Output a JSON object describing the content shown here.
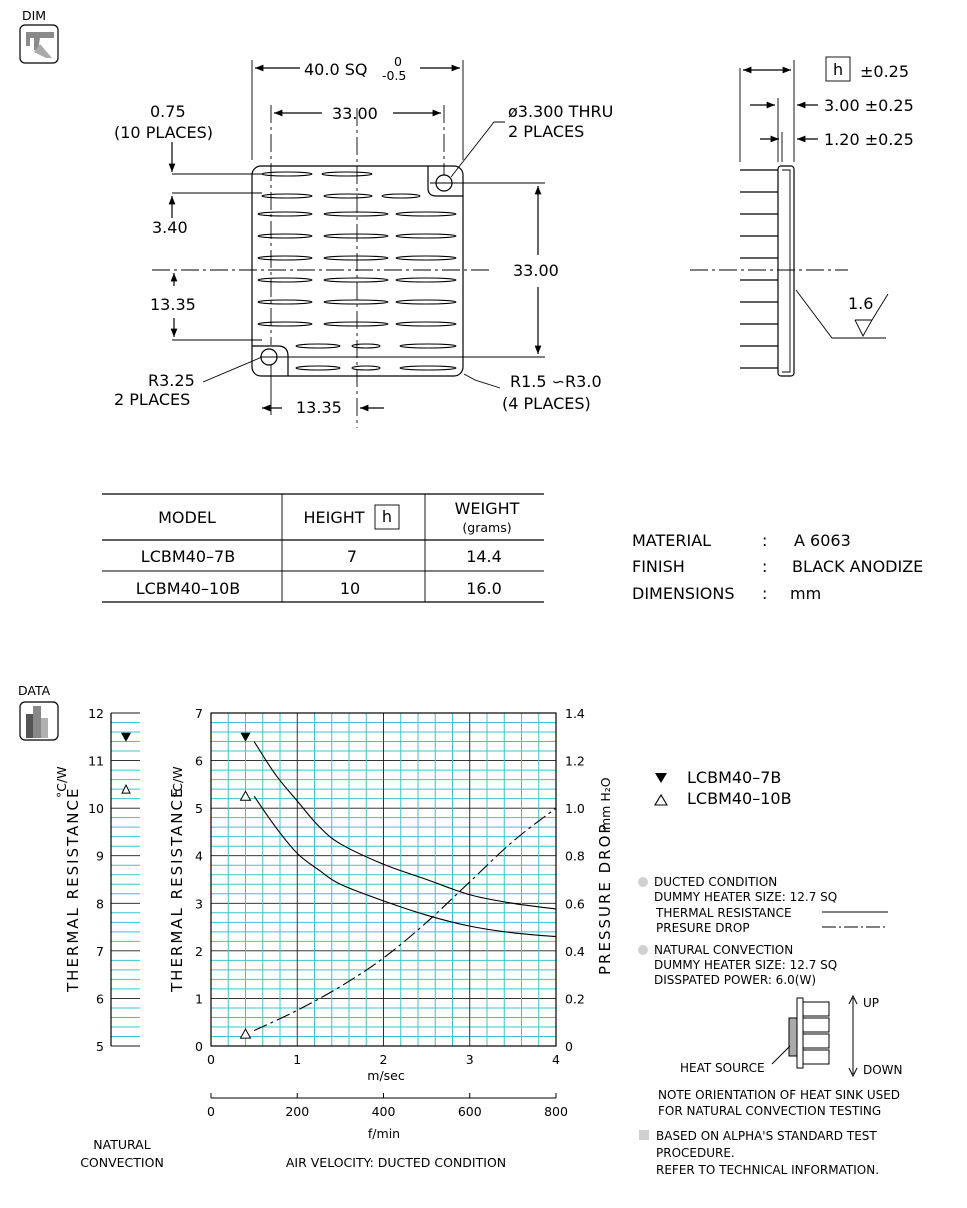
{
  "sections": {
    "dim_label": "DIM",
    "data_label": "DATA"
  },
  "drawing": {
    "overall": "40.0 SQ",
    "overall_tol_top": "0",
    "overall_tol_bottom": "-0.5",
    "hole_pitch_top": "33.00",
    "hole_pitch_side": "33.00",
    "edge_075": "0.75",
    "edge_075_note": "(10 PLACES)",
    "dim_340": "3.40",
    "dim_1335_v": "13.35",
    "dim_1335_h": "13.35",
    "hole_spec": "ø3.300 THRU",
    "hole_spec_note": "2 PLACES",
    "r325": "R3.25",
    "r325_note": "2 PLACES",
    "corner_r": "R1.5 ∽R3.0",
    "corner_r_note": "(4 PLACES)",
    "h_box": "h",
    "h_tol": "±0.25",
    "base_300": "3.00 ±0.25",
    "base_120": "1.20 ±0.25",
    "finish_mark": "1.6"
  },
  "spec_table": {
    "headers": {
      "model": "MODEL",
      "height": "HEIGHT",
      "height_box": "h",
      "weight": "WEIGHT",
      "weight_unit": "(grams)"
    },
    "rows": [
      {
        "model": "LCBM40–7B",
        "height": "7",
        "weight": "14.4"
      },
      {
        "model": "LCBM40–10B",
        "height": "10",
        "weight": "16.0"
      }
    ]
  },
  "material": {
    "rows": [
      {
        "key": "MATERIAL",
        "sep": ":",
        "value": "A 6063"
      },
      {
        "key": "FINISH",
        "sep": ":",
        "value": "BLACK ANODIZE"
      },
      {
        "key": "DIMENSIONS",
        "sep": ":",
        "value": "mm"
      }
    ]
  },
  "chart_data": [
    {
      "type": "scatter",
      "caption": [
        "NATURAL",
        "CONVECTION"
      ],
      "ylabel": "THERMAL RESISTANCE",
      "yunit": "°C/W",
      "ylim": [
        5,
        12
      ],
      "yticks": [
        "5",
        "6",
        "7",
        "8",
        "9",
        "10",
        "11",
        "12"
      ],
      "grid": true,
      "series": [
        {
          "name": "LCBM40–7B",
          "marker": "filled-triangle-down",
          "values": [
            11.5
          ]
        },
        {
          "name": "LCBM40–10B",
          "marker": "open-triangle-up",
          "values": [
            10.4
          ]
        }
      ]
    },
    {
      "type": "line",
      "caption": "AIR VELOCITY:  DUCTED CONDITION",
      "xlabel": "m/sec",
      "xlabel2": "f/min",
      "xlim": [
        0,
        4
      ],
      "xticks": [
        "0",
        "1",
        "2",
        "3",
        "4"
      ],
      "xticks2": [
        "0",
        "200",
        "400",
        "600",
        "800"
      ],
      "ylabel": "THERMAL RESISTANCE",
      "yunit": "°C/W",
      "ylim": [
        0,
        7
      ],
      "yticks": [
        "0",
        "1",
        "2",
        "3",
        "4",
        "5",
        "6",
        "7"
      ],
      "y2label": "PRESSURE DROP",
      "y2unit": "mm H₂O",
      "y2lim": [
        0,
        1.4
      ],
      "y2ticks": [
        "0",
        "0.2",
        "0.4",
        "0.6",
        "0.8",
        "1.0",
        "1.2",
        "1.4"
      ],
      "grid": true,
      "series": [
        {
          "name": "LCBM40–7B",
          "style": "solid",
          "axis": "left",
          "points": [
            [
              0.5,
              6.4
            ],
            [
              0.75,
              5.7
            ],
            [
              1.0,
              5.15
            ],
            [
              1.25,
              4.62
            ],
            [
              1.5,
              4.25
            ],
            [
              2.0,
              3.82
            ],
            [
              2.5,
              3.5
            ],
            [
              3.0,
              3.18
            ],
            [
              3.5,
              3.0
            ],
            [
              4.0,
              2.88
            ]
          ],
          "marker": {
            "x": 0.4,
            "y": 6.5,
            "shape": "filled-triangle-down"
          }
        },
        {
          "name": "LCBM40–10B",
          "style": "solid",
          "axis": "left",
          "points": [
            [
              0.5,
              5.25
            ],
            [
              0.75,
              4.6
            ],
            [
              1.0,
              4.05
            ],
            [
              1.25,
              3.7
            ],
            [
              1.5,
              3.4
            ],
            [
              2.0,
              3.05
            ],
            [
              2.5,
              2.75
            ],
            [
              3.0,
              2.52
            ],
            [
              3.5,
              2.38
            ],
            [
              4.0,
              2.3
            ]
          ],
          "marker": {
            "x": 0.4,
            "y": 5.25,
            "shape": "open-triangle-up"
          }
        },
        {
          "name": "PRESURE DROP",
          "style": "dash-dot",
          "axis": "right",
          "points": [
            [
              0.5,
              0.065
            ],
            [
              1.0,
              0.15
            ],
            [
              1.5,
              0.25
            ],
            [
              2.0,
              0.37
            ],
            [
              2.5,
              0.52
            ],
            [
              3.0,
              0.69
            ],
            [
              3.5,
              0.86
            ],
            [
              4.0,
              1.0
            ]
          ],
          "marker": {
            "x": 0.4,
            "y": 0.05,
            "shape": "open-triangle-up"
          }
        }
      ]
    }
  ],
  "legend": {
    "items": [
      {
        "symbol": "▼",
        "label": "LCBM40–7B"
      },
      {
        "symbol": "△",
        "label": "LCBM40–10B"
      }
    ]
  },
  "notes": {
    "ducted_title": "DUCTED CONDITION",
    "ducted_heater": "DUMMY HEATER SIZE: 12.7 SQ",
    "ducted_tr": "THERMAL RESISTANCE",
    "ducted_pd": "PRESURE DROP",
    "natural_title": "NATURAL CONVECTION",
    "natural_heater": "DUMMY HEATER SIZE: 12.7 SQ",
    "natural_power": "DISSPATED POWER: 6.0(W)",
    "up": "UP",
    "down": "DOWN",
    "heat_source": "HEAT SOURCE",
    "orientation_1": "NOTE ORIENTATION OF HEAT SINK USED",
    "orientation_2": "FOR NATURAL CONVECTION TESTING",
    "basis_1": "BASED ON ALPHA'S STANDARD TEST",
    "basis_2": "PROCEDURE.",
    "basis_3": "REFER TO TECHNICAL INFORMATION."
  }
}
